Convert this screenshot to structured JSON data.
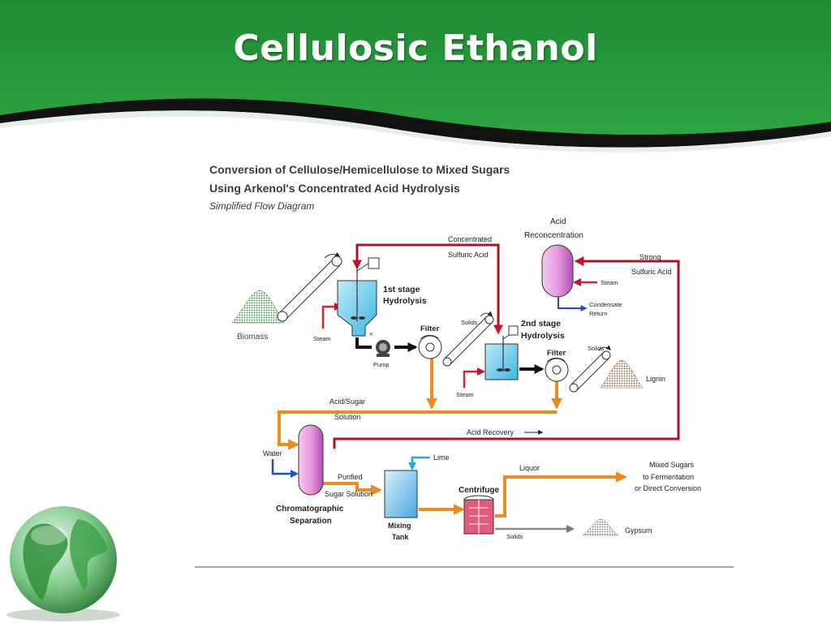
{
  "slide": {
    "title": "Cellulosic Ethanol",
    "colors": {
      "header_green": "#2c9a3c",
      "header_dark": "#157a29",
      "acid_red": "#c8102e",
      "sugar_orange": "#f08a1c",
      "water_blue": "#1f4fd0",
      "lime_cyan": "#22aadd"
    }
  },
  "diagram": {
    "title_line1": "Conversion of Cellulose/Hemicellulose to Mixed Sugars",
    "title_line2": "Using Arkenol's Concentrated Acid Hydrolysis",
    "subtitle": "Simplified Flow Diagram",
    "labels": {
      "acid": "Acid",
      "reconcentration": "Reconcentration",
      "concentrated": "Concentrated",
      "sulfuric_acid": "Sulfuric Acid",
      "strong": "Strong",
      "strong_sulfuric_acid": "Sulfuric Acid",
      "steam_reconc": "Steam",
      "condensate": "Condensate",
      "return": "Return",
      "stage1_a": "1st stage",
      "stage1_b": "Hydrolysis",
      "biomass": "Biomass",
      "steam1": "Steam",
      "pump": "Pump",
      "filter1": "Filter",
      "solids1": "Solids",
      "stage2_a": "2nd stage",
      "stage2_b": "Hydrolysis",
      "filter2": "Filter",
      "solids2": "Solids",
      "lignin": "Lignin",
      "steam2": "Steam",
      "acid_sugar": "Acid/Sugar",
      "solution": "Solution",
      "acid_recovery": "Acid Recovery",
      "water": "Water",
      "chromatographic": "Chromatographic",
      "separation": "Separation",
      "purified": "Purified",
      "sugar_solution": "Sugar Solution",
      "lime": "Lime",
      "mixing": "Mixing",
      "tank": "Tank",
      "liquor": "Liquor",
      "centrifuge": "Centrifuge",
      "solids3": "Solids",
      "gypsum": "Gypsum",
      "mixed_sugars": "Mixed Sugars",
      "to_fermentation": "to Fermentation",
      "or_direct": "or Direct Conversion"
    }
  }
}
